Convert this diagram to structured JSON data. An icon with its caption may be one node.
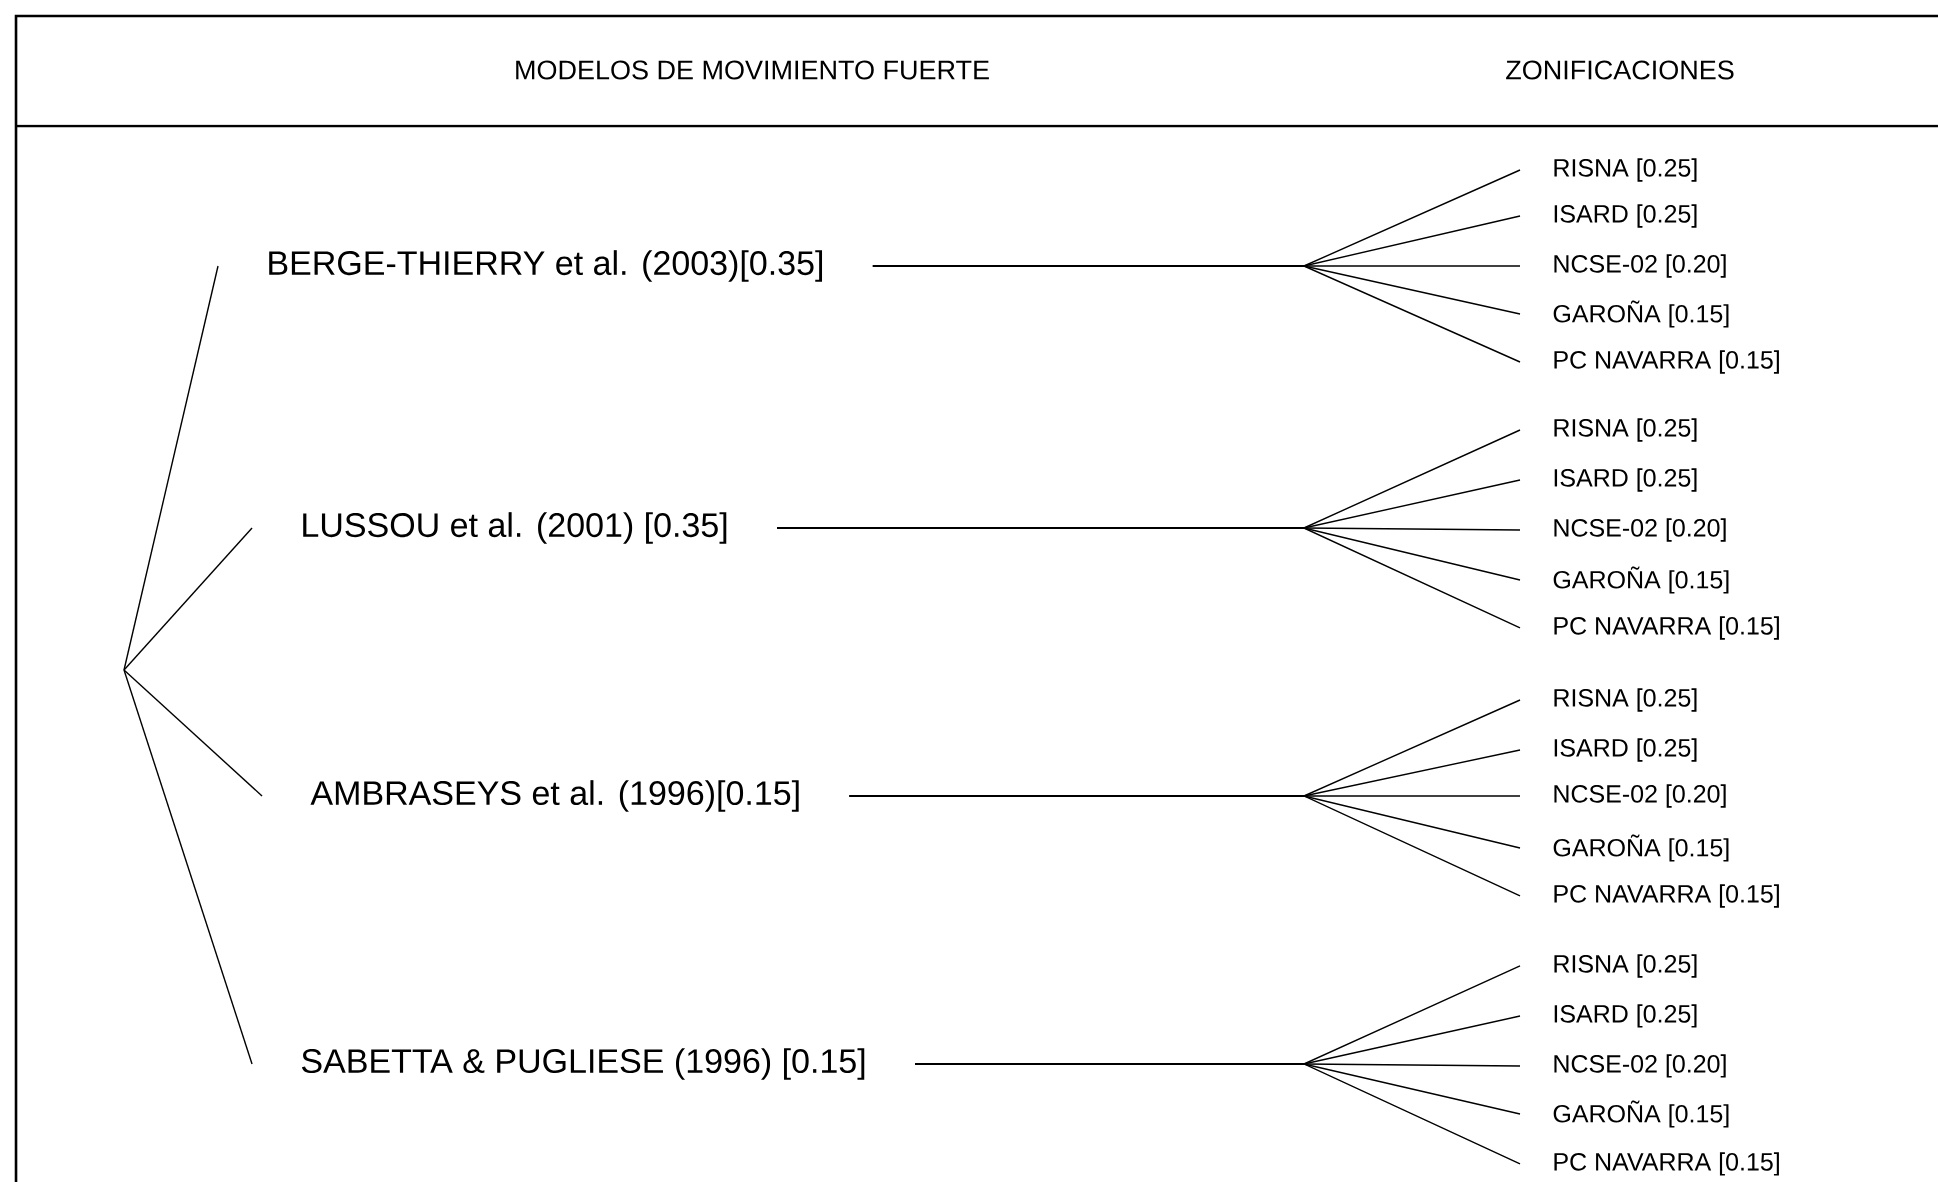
{
  "diagram": {
    "nodes": [
      {
        "text": [
          "BERGE-THIERRY et al. (2003)[0.35]"
        ]
      },
      {
        "text": [
          "RISNA [0.25]"
        ]
      },
      {
        "text": [
          "ISARD [0.25]"
        ]
      },
      {
        "text": [
          "NCSE-02 [0.20]"
        ]
      },
      {
        "text": [
          "GAROÑA [0.15]"
        ]
      },
      {
        "text": [
          "PC NAVARRA [0.15]"
        ]
      },
      {
        "text": [
          "LUSSOU et al. (2001) [0.35]"
        ]
      },
      {
        "text": [
          "RISNA [0.25]"
        ]
      },
      {
        "text": [
          "ISARD [0.25]"
        ]
      },
      {
        "text": [
          "NCSE-02 [0.20]"
        ]
      },
      {
        "text": [
          "GAROÑA [0.15]"
        ]
      },
      {
        "text": [
          "PC NAVARRA [0.15]"
        ]
      },
      {
        "text": [
          "AMBRASEYS et al. (1996)[0.15]"
        ]
      },
      {
        "text": [
          "RISNA [0.25]"
        ]
      },
      {
        "text": [
          "ISARD [0.25]"
        ]
      },
      {
        "text": [
          "NCSE-02 [0.20]"
        ]
      },
      {
        "text": [
          "GAROÑA [0.15]"
        ]
      },
      {
        "text": [
          "PC NAVARRA [0.15]"
        ]
      },
      {
        "text": [
          "SABETTA & PUGLIESE (1996)  [0.15]"
        ]
      },
      {
        "text": [
          "RISNA [0.25]"
        ]
      },
      {
        "text": [
          "ISARD [0.25]"
        ]
      },
      {
        "text": [
          "NCSE-02 [0.20]"
        ]
      },
      {
        "text": [
          "GAROÑA [0.15]"
        ]
      },
      {
        "text": [
          "PC NAVARRA [0.15]"
        ]
      }
    ],
    "edges": [
      {
        "from": null,
        "to": 0,
        "arrow": "none"
      },
      {
        "from": null,
        "to": 6,
        "arrow": "none"
      },
      {
        "from": null,
        "to": 12,
        "arrow": "none"
      },
      {
        "from": null,
        "to": 18,
        "arrow": "none"
      },
      {
        "from": 0,
        "to": 1,
        "arrow": "none"
      },
      {
        "from": 0,
        "to": 2,
        "arrow": "none"
      },
      {
        "from": 0,
        "to": 3,
        "arrow": "none"
      },
      {
        "from": 0,
        "to": 4,
        "arrow": "none"
      },
      {
        "from": 0,
        "to": 5,
        "arrow": "none"
      },
      {
        "from": 6,
        "to": 7,
        "arrow": "none"
      },
      {
        "from": 6,
        "to": 8,
        "arrow": "none"
      },
      {
        "from": 6,
        "to": 9,
        "arrow": "none"
      },
      {
        "from": 6,
        "to": 10,
        "arrow": "none"
      },
      {
        "from": 6,
        "to": 11,
        "arrow": "none"
      },
      {
        "from": 12,
        "to": 13,
        "arrow": "none"
      },
      {
        "from": 12,
        "to": 14,
        "arrow": "none"
      },
      {
        "from": 12,
        "to": 15,
        "arrow": "none"
      },
      {
        "from": 12,
        "to": 16,
        "arrow": "none"
      },
      {
        "from": 12,
        "to": 17,
        "arrow": "none"
      },
      {
        "from": 18,
        "to": 19,
        "arrow": "none"
      },
      {
        "from": 18,
        "to": 20,
        "arrow": "none"
      },
      {
        "from": 18,
        "to": 21,
        "arrow": "none"
      },
      {
        "from": 18,
        "to": 22,
        "arrow": "none"
      },
      {
        "from": 18,
        "to": 23,
        "arrow": "none"
      }
    ],
    "labels": [
      "MODELOS DE MOVIMIENTO FUERTE",
      "ZONIFICACIONES"
    ]
  }
}
